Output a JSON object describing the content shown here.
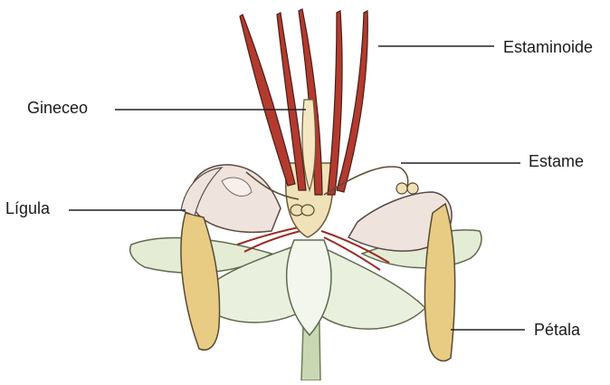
{
  "labels": {
    "estaminoide": "Estaminoide",
    "gineceo": "Gineceo",
    "estame": "Estame",
    "ligula": "Lígula",
    "petala": "Pétala"
  },
  "colors": {
    "staminode_red": "#b33a2e",
    "petal_green": "#e4ecd6",
    "ligule_yellow": "#e8cc84",
    "anther_cream": "#efe2b8",
    "leader_line": "#222222"
  }
}
